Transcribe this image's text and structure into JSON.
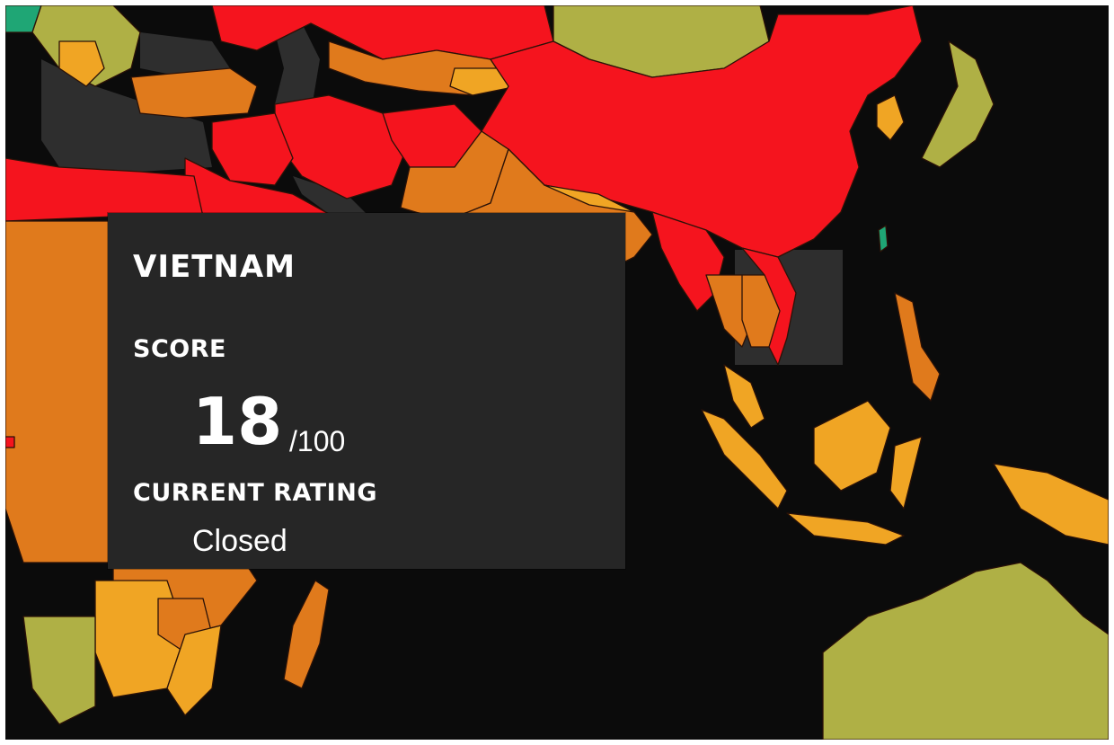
{
  "tooltip": {
    "country": "VIETNAM",
    "score_label": "SCORE",
    "score": "18",
    "score_max": "/100",
    "rating_label": "CURRENT RATING",
    "rating": "Closed"
  },
  "legend_colors": {
    "closed": "#f5141e",
    "repressed": "#e07a1c",
    "obstructed": "#f0a524",
    "narrowed": "#afb045",
    "open": "#1fa675",
    "ocean": "#0b0b0b",
    "no_data": "#2e2e2e",
    "panel_background": "#262626"
  },
  "map": {
    "highlighted_country": "Vietnam",
    "highlighted_rating": "Closed"
  }
}
